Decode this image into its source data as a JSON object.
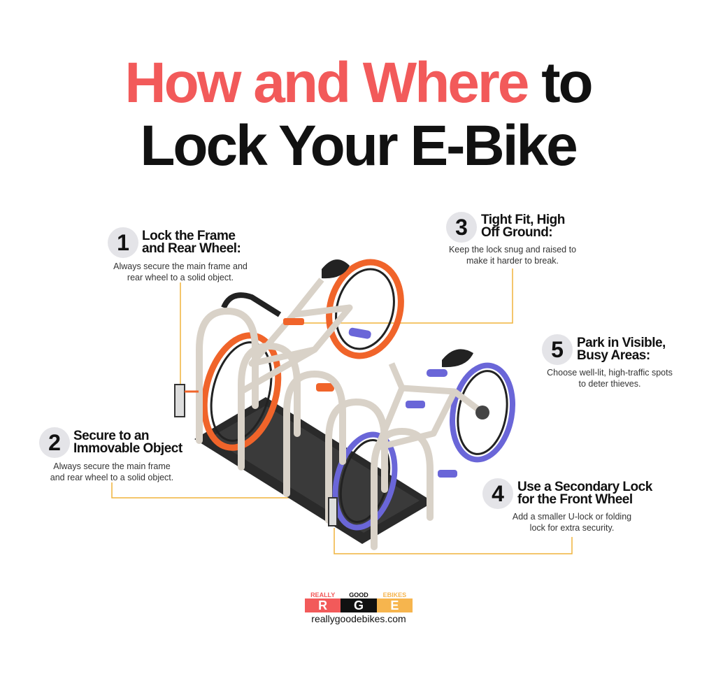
{
  "title": {
    "line1_highlight": "How and Where",
    "line1_rest": " to",
    "line2": "Lock Your E-Bike"
  },
  "colors": {
    "accent": "#f25a5a",
    "leader": "#f0b43c",
    "orange_wheel": "#f0642a",
    "purple_wheel": "#6a66d8",
    "rack": "#d9d2c8"
  },
  "callouts": [
    {
      "number": "1",
      "title_l1": "Lock the Frame",
      "title_l2": "and Rear Wheel:",
      "desc_l1": "Always secure the main frame and",
      "desc_l2": "rear wheel to a solid object."
    },
    {
      "number": "2",
      "title_l1": "Secure to an",
      "title_l2": "Immovable Object",
      "desc_l1": "Always secure the main frame",
      "desc_l2": "and rear wheel to a solid object."
    },
    {
      "number": "3",
      "title_l1": "Tight Fit, High",
      "title_l2": "Off Ground:",
      "desc_l1": "Keep the lock snug and raised to",
      "desc_l2": "make it harder to break."
    },
    {
      "number": "4",
      "title_l1": "Use a Secondary Lock",
      "title_l2": "for the Front Wheel",
      "desc_l1": "Add a smaller U-lock or folding",
      "desc_l2": "lock for extra security."
    },
    {
      "number": "5",
      "title_l1": "Park in Visible,",
      "title_l2": "Busy Areas:",
      "desc_l1": "Choose well-lit, high-traffic spots",
      "desc_l2": "to deter thieves."
    }
  ],
  "logo": {
    "words": [
      "REALLY",
      "GOOD",
      "EBIKES"
    ],
    "letters": [
      "R",
      "G",
      "E"
    ],
    "url": "reallygoodebikes.com"
  }
}
